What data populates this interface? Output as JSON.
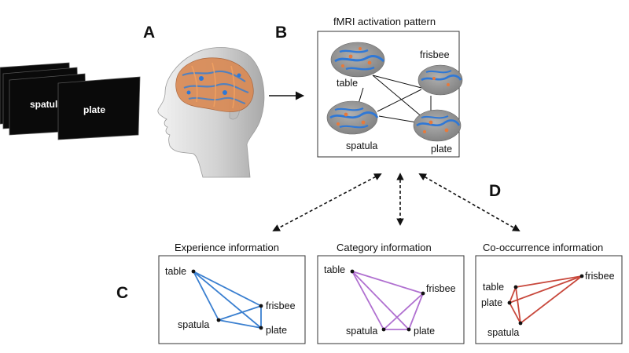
{
  "panels": {
    "a": "A",
    "b": "B",
    "c": "C",
    "d": "D"
  },
  "stimuli": {
    "back_word": "spatula",
    "front_word": "plate"
  },
  "fmri": {
    "title": "fMRI activation pattern",
    "labels": {
      "table": "table",
      "frisbee": "frisbee",
      "spatula": "spatula",
      "plate": "plate"
    }
  },
  "graphs": [
    {
      "title": "Experience information",
      "color": "#3a7fd0",
      "labels": {
        "table": "table",
        "frisbee": "frisbee",
        "spatula": "spatula",
        "plate": "plate"
      }
    },
    {
      "title": "Category information",
      "color": "#b070d0",
      "labels": {
        "table": "table",
        "frisbee": "frisbee",
        "spatula": "spatula",
        "plate": "plate"
      }
    },
    {
      "title": "Co-occurrence information",
      "color": "#c8483c",
      "labels": {
        "table": "table",
        "frisbee": "frisbee",
        "spatula": "spatula",
        "plate": "plate"
      }
    }
  ],
  "colors": {
    "screen": "#0a0a0a",
    "frame": "#333333",
    "brain_gray": "#9d9d9d",
    "activation_blue": "#2f78d6",
    "activation_orange": "#e8793a"
  },
  "icons": {
    "head": "head-icon",
    "brain": "brain-icon"
  }
}
